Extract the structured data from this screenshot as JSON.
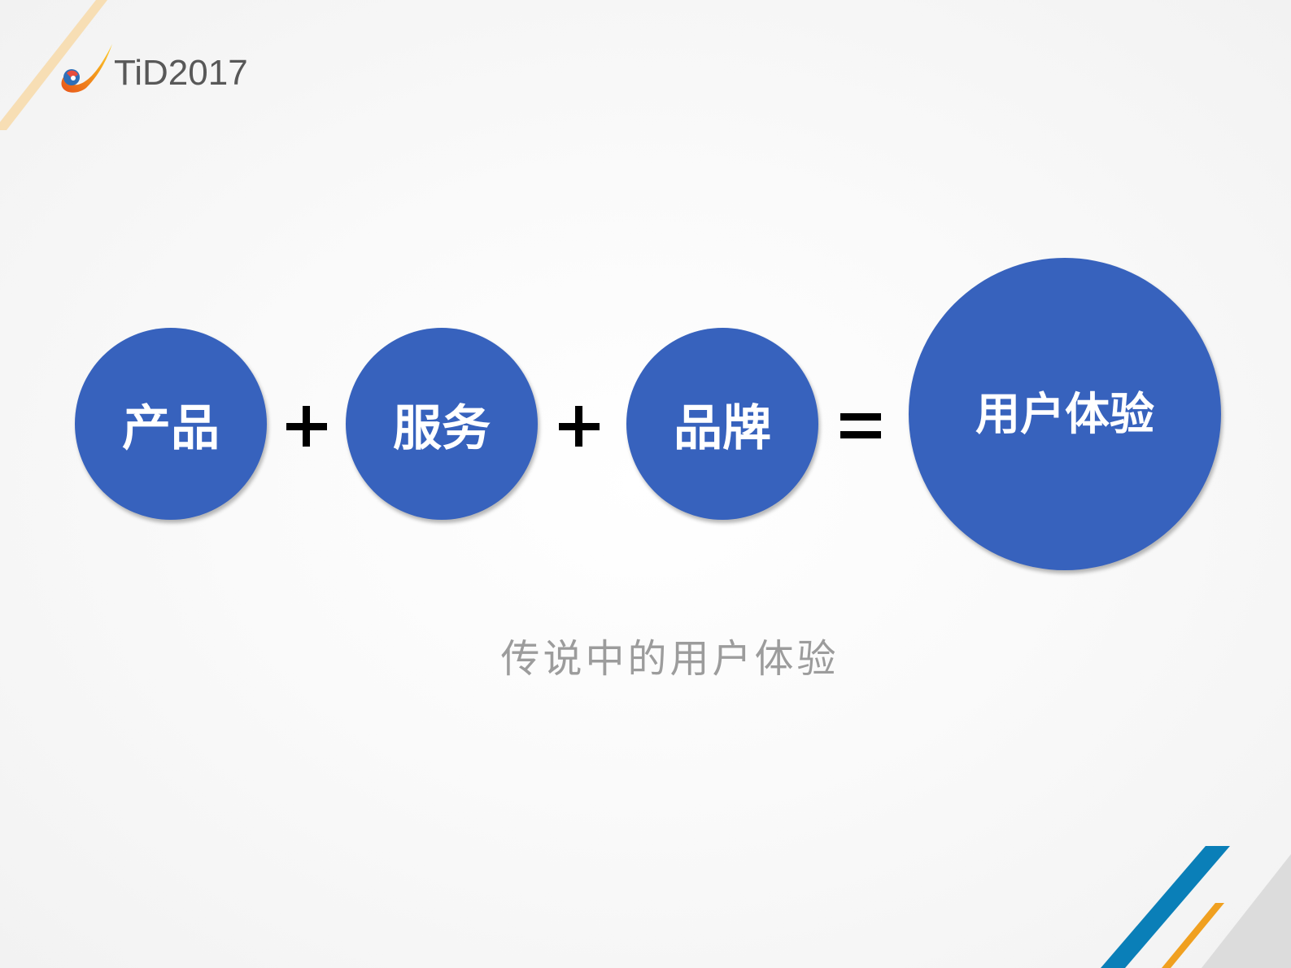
{
  "header": {
    "logo_text": "TiD2017",
    "logo_icon": "flame-swoosh-logo-icon"
  },
  "equation": {
    "terms": [
      {
        "label": "产品"
      },
      {
        "label": "服务"
      },
      {
        "label": "品牌"
      }
    ],
    "operators": [
      "+",
      "+",
      "="
    ],
    "result": {
      "label": "用户体验"
    }
  },
  "caption": "传说中的用户体验",
  "colors": {
    "circle_fill": "#3762bd",
    "circle_text": "#ffffff",
    "operator": "#000000",
    "caption": "#9c9c9c",
    "logo_text": "#585858",
    "accent_blue": "#0a7fb8",
    "accent_orange": "#f0a020",
    "accent_gray": "#d8d8d8"
  }
}
